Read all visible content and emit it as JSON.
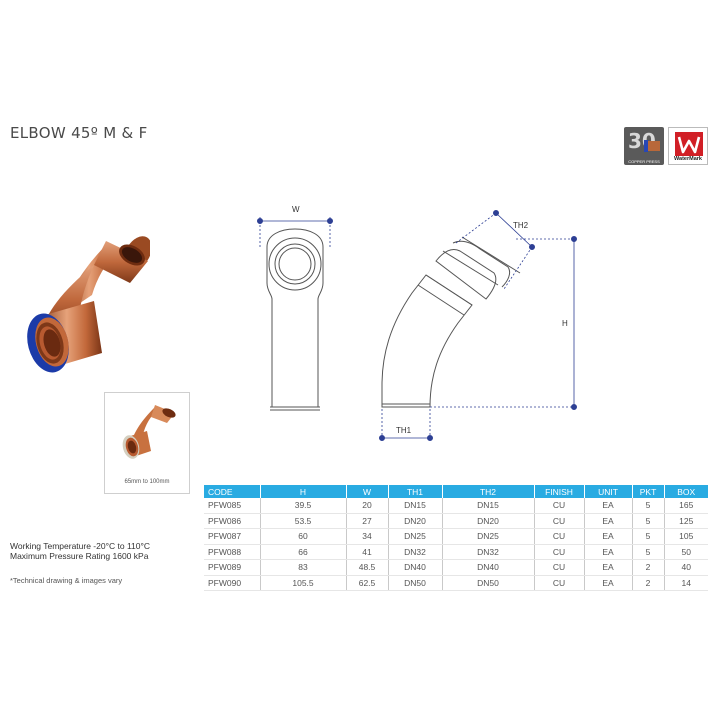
{
  "title": "ELBOW 45º M & F",
  "badges": {
    "copper_press_number": "30",
    "copper_press_text": "COPPER PRESS",
    "watermark_text": "WaterMark"
  },
  "thumbnail_caption": "65mm to 100mm",
  "drawing_labels": {
    "w": "W",
    "th2": "TH2",
    "h": "H",
    "th1": "TH1"
  },
  "specs": {
    "working_temperature": "Working Temperature  -20°C to 110°C",
    "max_pressure": "Maximum Pressure Rating  1600 kPa"
  },
  "note": "*Technical drawing & images vary",
  "table": {
    "headers": [
      "CODE",
      "H",
      "W",
      "TH1",
      "TH2",
      "FINISH",
      "UNIT",
      "PKT",
      "BOX"
    ],
    "rows": [
      [
        "PFW085",
        "39.5",
        "20",
        "DN15",
        "DN15",
        "CU",
        "EA",
        "5",
        "165"
      ],
      [
        "PFW086",
        "53.5",
        "27",
        "DN20",
        "DN20",
        "CU",
        "EA",
        "5",
        "125"
      ],
      [
        "PFW087",
        "60",
        "34",
        "DN25",
        "DN25",
        "CU",
        "EA",
        "5",
        "105"
      ],
      [
        "PFW088",
        "66",
        "41",
        "DN32",
        "DN32",
        "CU",
        "EA",
        "5",
        "50"
      ],
      [
        "PFW089",
        "83",
        "48.5",
        "DN40",
        "DN40",
        "CU",
        "EA",
        "2",
        "40"
      ],
      [
        "PFW090",
        "105.5",
        "62.5",
        "DN50",
        "DN50",
        "CU",
        "EA",
        "2",
        "14"
      ]
    ]
  },
  "colors": {
    "header_blue": "#29abe2",
    "dimension_blue": "#2d3f94",
    "copper": "#c8713f",
    "ring_blue": "#2747b5"
  }
}
